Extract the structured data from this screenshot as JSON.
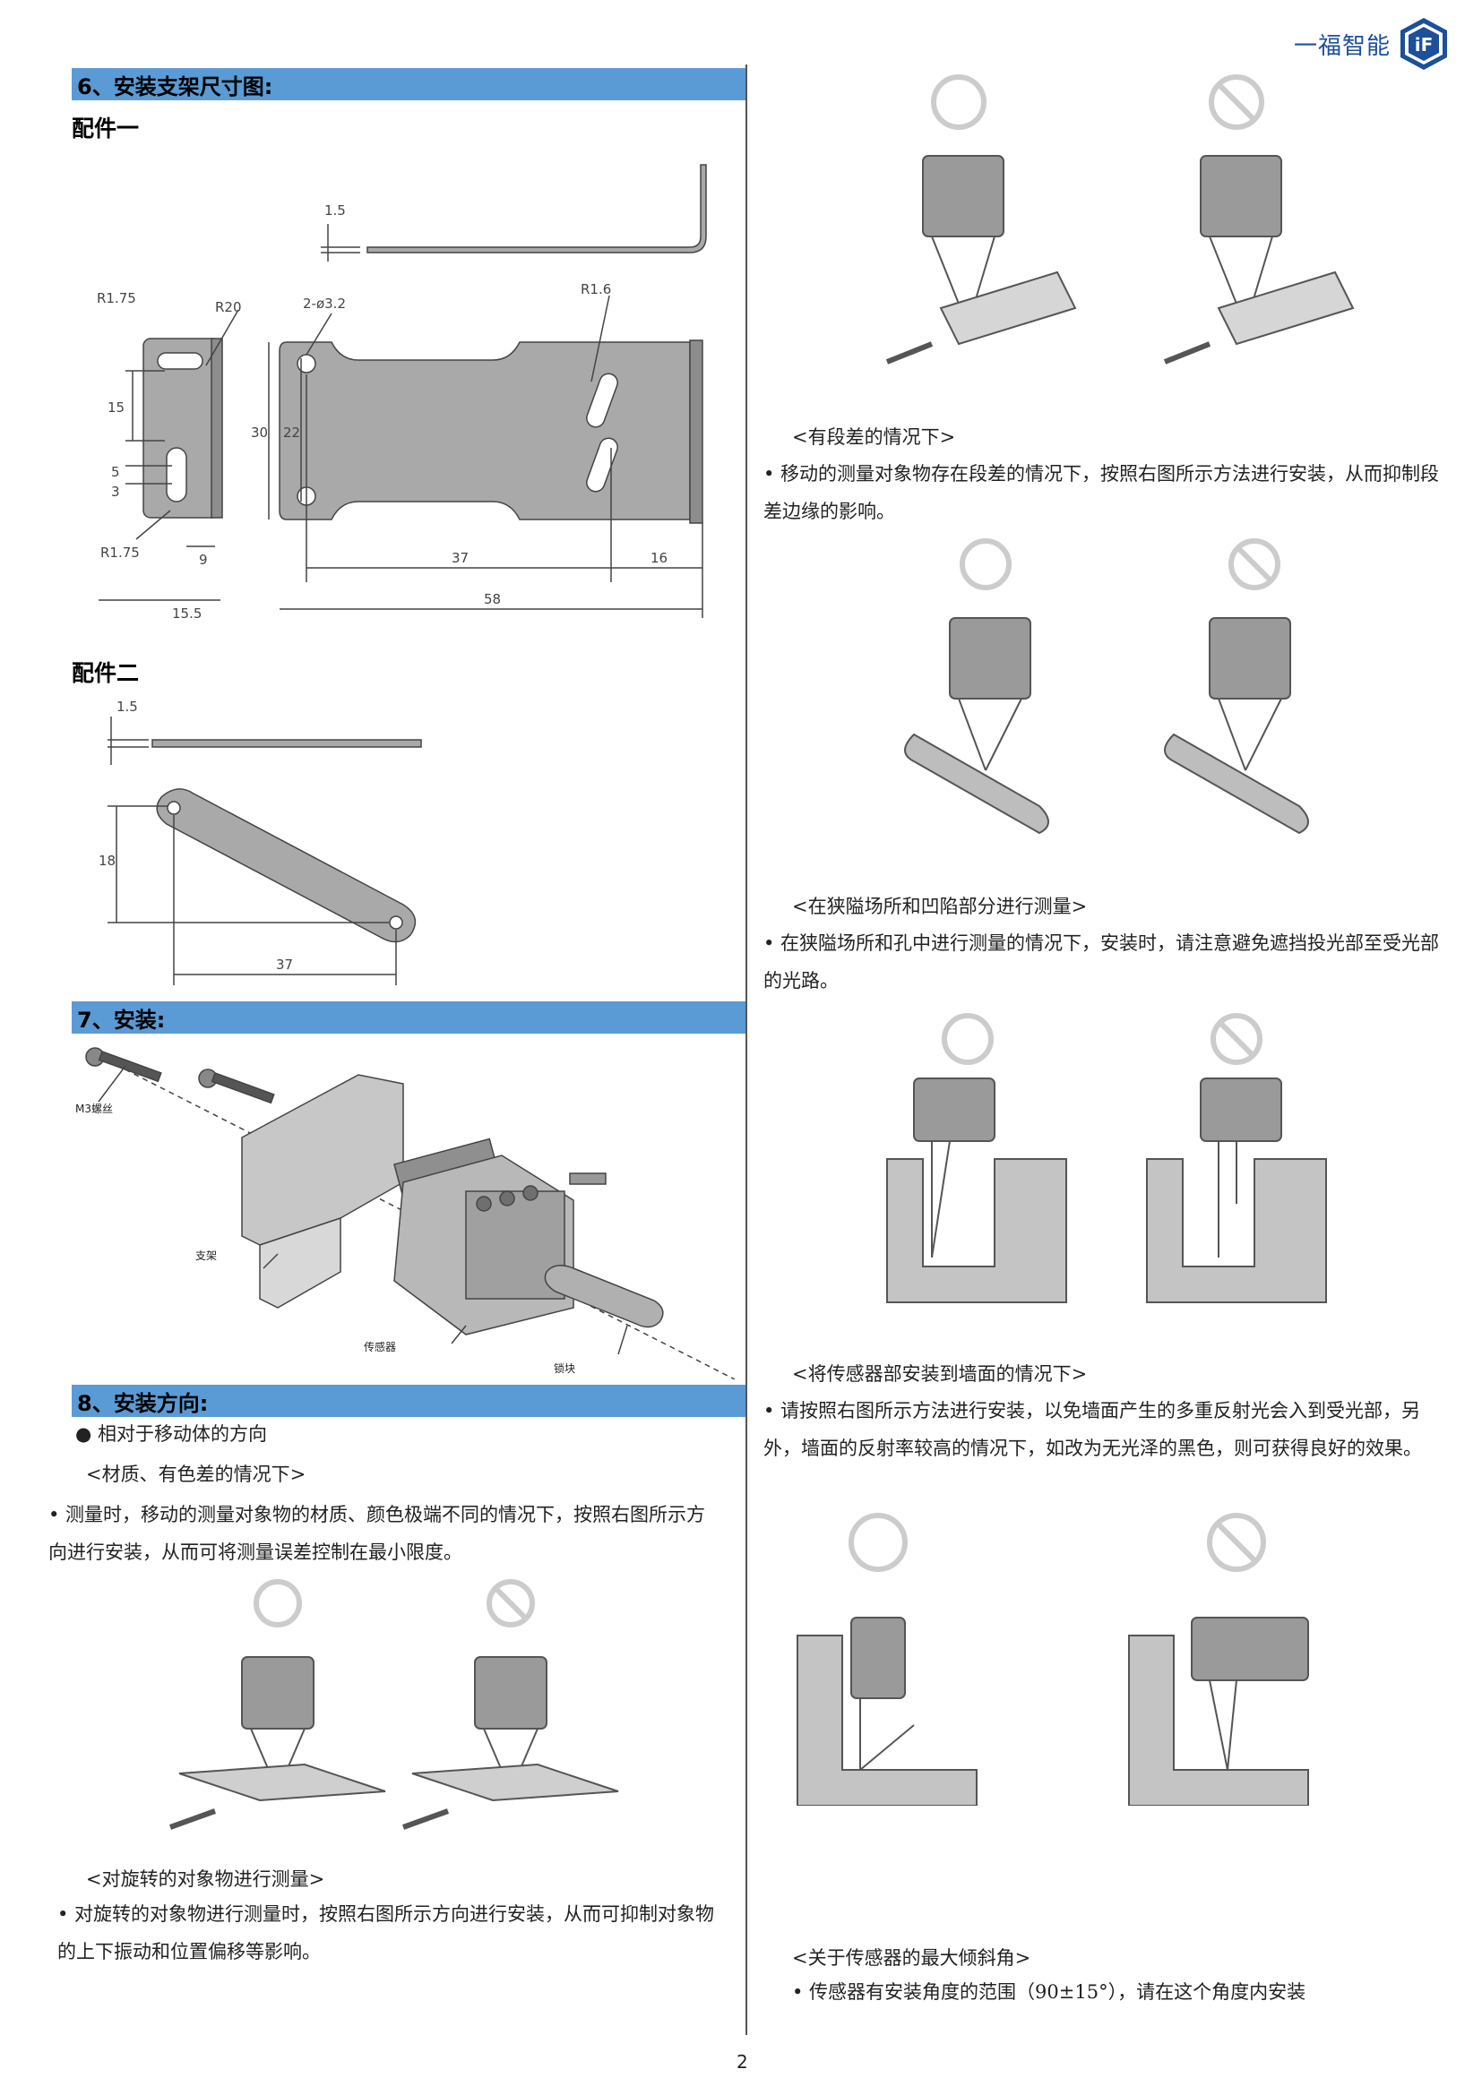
{
  "header": {
    "brand_text": "一福智能",
    "logo_text": "iF"
  },
  "left": {
    "section6_title": "6、安装支架尺寸图:",
    "part1_label": "配件一",
    "part2_label": "配件二",
    "section7_title": "7、安装:",
    "section8_title": "8、安装方向:",
    "bullet_heading": "相对于移动体的方向",
    "material_caption": "<材质、有色差的情况下>",
    "material_text": "• 测量时，移动的测量对象物的材质、颜色极端不同的情况下，按照右图所示方向进行安装，从而可将测量误差控制在最小限度。",
    "rotate_caption": "<对旋转的对象物进行测量>",
    "rotate_text": "• 对旋转的对象物进行测量时，按照右图所示方向进行安装，从而可抑制对象物的上下振动和位置偏移等影响。"
  },
  "dims": {
    "d1_5": "1.5",
    "r1_75_top": "R1.75",
    "r20": "R20",
    "phi": "2-ø3.2",
    "r1_6": "R1.6",
    "d15": "15",
    "d5": "5",
    "d3": "3",
    "d30": "30",
    "d22": "22",
    "r1_75_bottom": "R1.75",
    "d9": "9",
    "d15_5": "15.5",
    "d37": "37",
    "d16": "16",
    "d58": "58",
    "p2_1_5": "1.5",
    "p2_18": "18",
    "p2_37": "37"
  },
  "install": {
    "m3_label": "M3螺丝",
    "bracket_label": "支架",
    "sensor_label": "传感器",
    "lock_label": "锁块"
  },
  "right": {
    "step_caption": "<有段差的情况下>",
    "step_text": "• 移动的测量对象物存在段差的情况下，按照右图所示方法进行安装，从而抑制段差边缘的影响。",
    "narrow_caption": "<在狭隘场所和凹陷部分进行测量>",
    "narrow_text": "• 在狭隘场所和孔中进行测量的情况下，安装时，请注意避免遮挡投光部至受光部的光路。",
    "wall_caption": "<将传感器部安装到墙面的情况下>",
    "wall_text": "• 请按照右图所示方法进行安装，以免墙面产生的多重反射光会入到受光部，另外，墙面的反射率较高的情况下，如改为无光泽的黑色，则可获得良好的效果。",
    "tilt_caption": "<关于传感器的最大倾斜角>",
    "tilt_text": "• 传感器有安装角度的范围（90±15°），请在这个角度内安装"
  },
  "footer": {
    "page_number": "2"
  },
  "colors": {
    "band": "#5b9bd5",
    "brand": "#1d4f9a",
    "sensor_body": "#9a9a9a",
    "ok_circle": "#d0d0d0"
  }
}
